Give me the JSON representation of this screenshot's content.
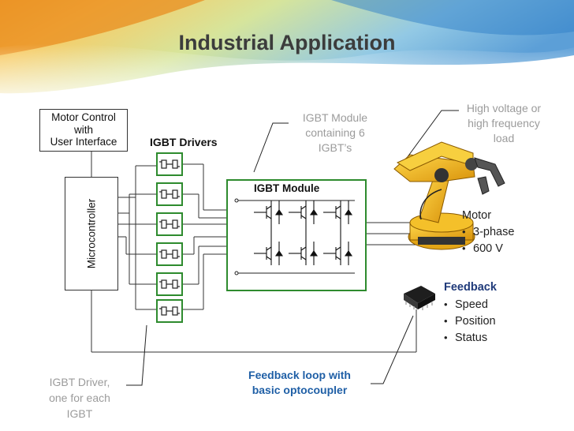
{
  "slide": {
    "title": "Industrial Application"
  },
  "labels": {
    "motor_control": "Motor Control\nwith\nUser Interface",
    "igbt_drivers": "IGBT Drivers",
    "igbt_module_callout": "IGBT Module\ncontaining 6\nIGBT’s",
    "high_voltage_callout": "High voltage or\nhigh frequency\nload",
    "igbt_module": "IGBT Module",
    "microcontroller": "Microcontroller",
    "igbt_driver_callout": "IGBT Driver,\none for each\nIGBT",
    "feedback_loop_callout": "Feedback loop with\nbasic optocoupler"
  },
  "motor": {
    "title": "Motor",
    "items": [
      "3-phase",
      "600 V"
    ]
  },
  "feedback": {
    "title": "Feedback",
    "items": [
      "Speed",
      "Position",
      "Status"
    ]
  },
  "colors": {
    "driver_border": "#2e8b2e",
    "module_border": "#2e8b2e",
    "title_text": "#3c3c3c",
    "callout_text": "#9b9b9b",
    "feedback_title": "#1f3a7a",
    "loop_text": "#1f5fa6",
    "robot_yellow": "#f0b418"
  }
}
